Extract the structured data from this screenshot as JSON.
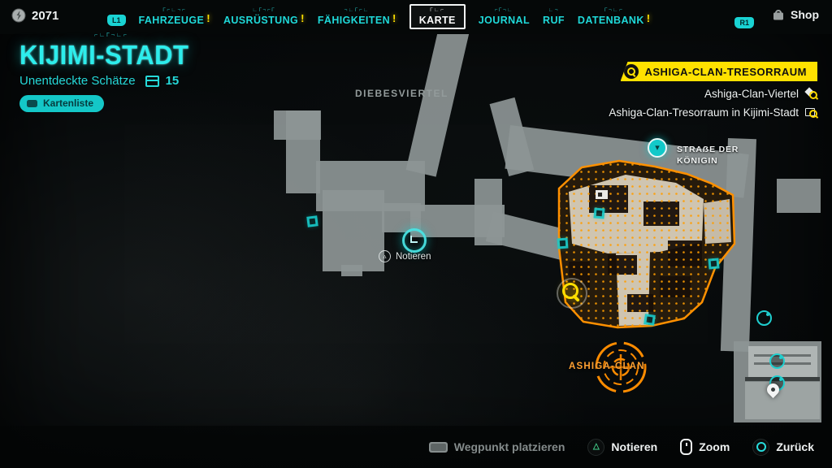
{
  "colors": {
    "accent": "#21dede",
    "alert_yellow": "#ffe100",
    "district_orange": "#ff9000"
  },
  "topbar": {
    "studs_count": "2071",
    "left_bumper": "L1",
    "right_bumper": "R1",
    "shop_label": "Shop",
    "badge_symbol": "!",
    "tabs": [
      {
        "label": "FAHRZEUGE",
        "glyphs": "Γ⌐∟¬⌐",
        "badge": true
      },
      {
        "label": "AUSRÜSTUNG",
        "glyphs": "∟Γ¬⌐Γ",
        "badge": true
      },
      {
        "label": "FÄHIGKEITEN",
        "glyphs": "¬∟Γ⌐∟",
        "badge": true
      },
      {
        "label": "KARTE",
        "glyphs": "Γ∟⌐",
        "selected": true
      },
      {
        "label": "JOURNAL",
        "glyphs": "⌐Γ¬∟"
      },
      {
        "label": "RUF",
        "glyphs": "∟¬"
      },
      {
        "label": "DATENBANK",
        "glyphs": "Γ¬∟⌐",
        "badge": true
      }
    ]
  },
  "header": {
    "glyphs": "⌐∟Γ¬∟⌐",
    "title": "KIJIMI-STADT",
    "subtitle": "Unentdeckte Schätze",
    "treasure_count": "15",
    "map_list_label": "Kartenliste"
  },
  "objective": {
    "banner": "ASHIGA-CLAN-TRESORRAUM",
    "district": "Ashiga-Clan-Viertel",
    "detail": "Ashiga-Clan-Tresorraum in Kijimi-Stadt"
  },
  "map": {
    "area_label": "DIEBESVIERTEL",
    "street_label_1": "STRAẞE DER",
    "street_label_2": "KÖNIGIN",
    "clan_label": "ASHIGA-CLAN",
    "note_hint": "Notieren"
  },
  "footer": {
    "waypoint_label": "Wegpunkt platzieren",
    "note_label": "Notieren",
    "zoom_label": "Zoom",
    "back_label": "Zurück"
  }
}
